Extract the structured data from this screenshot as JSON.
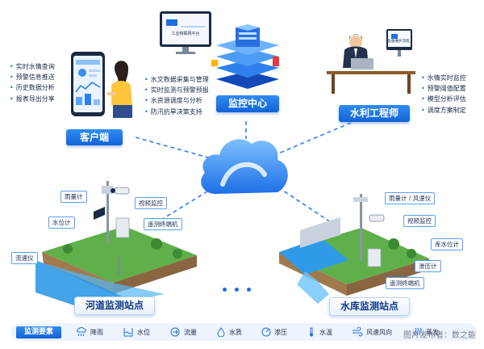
{
  "client": {
    "title": "客户端",
    "items": [
      "实时水情查询",
      "预警信息推送",
      "历史数据分析",
      "报表导出分享"
    ]
  },
  "center": {
    "title": "监控中心",
    "screen_label": "工业物联网平台",
    "items": [
      "水文数据采集与管理",
      "实时监测与预警预报",
      "水资源调度与分析",
      "防汛抗旱决策支持"
    ]
  },
  "engineer": {
    "title": "水利工程师",
    "screen_label": "设备维护流程",
    "items": [
      "水情实时监控",
      "预警阈值配置",
      "模型分析评估",
      "调度方案制定"
    ]
  },
  "river_station": {
    "title": "河道监测站点",
    "tags": [
      "雨量计",
      "视频监控",
      "水位计",
      "遥测终端机",
      "流速仪"
    ]
  },
  "reservoir_station": {
    "title": "水库监测站点",
    "tags": [
      "雨量计 / 风速仪",
      "视频监控",
      "库水位计",
      "渗压计",
      "遥测终端机"
    ]
  },
  "elements_bar": {
    "title": "监测要素",
    "items": [
      {
        "label": "降雨",
        "icon": "rain-icon"
      },
      {
        "label": "水位",
        "icon": "water-level-icon"
      },
      {
        "label": "流量",
        "icon": "flow-icon"
      },
      {
        "label": "水质",
        "icon": "water-drop-icon"
      },
      {
        "label": "渗压",
        "icon": "seepage-icon"
      },
      {
        "label": "水温",
        "icon": "thermometer-icon"
      },
      {
        "label": "风速风向",
        "icon": "wind-icon"
      },
      {
        "label": "蒸发",
        "icon": "evaporation-icon"
      }
    ]
  },
  "watermark": "图片发布者：数之能",
  "colors": {
    "primary": "#1e6fe0",
    "cloud": "#3b8ef0",
    "dash": "#2f80ed"
  }
}
